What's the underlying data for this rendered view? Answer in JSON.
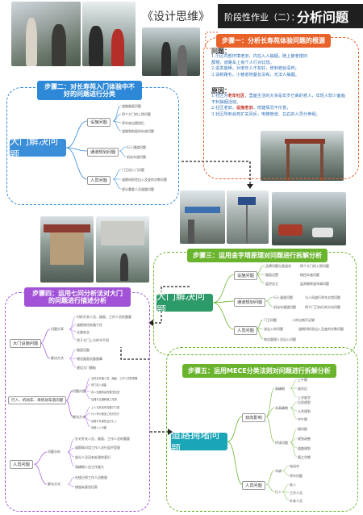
{
  "header": {
    "left_title": "《设计思维》",
    "bar_subtitle": "阶段性作业（二）：",
    "bar_title": "分析问题"
  },
  "step1": {
    "tag": "步骤一：分析长寿苑体验问题的根源",
    "problem_heading": "问题：",
    "problems": [
      "1.小区内部环境老旧，内在入人抽烟，随上篇老楼旧",
      "  群楼，道路车上有个人行对比较。",
      "2.进发能稀，对老年人不友好，增到老龄深判；",
      "3.设新路毛，小巷道地基长没有，无法人抽烟。"
    ],
    "cause_heading": "原因：",
    "causes_pre": "1.社区为",
    "causes_red1": "老年社区",
    "causes_mid": "，里面生活的大多是年岁已高的老人，年轻人较少面临",
    "causes_line2": "  不利抽烟活动、",
    "causes_pre2": "2.社区老旧，",
    "causes_red2": "设施老旧",
    "causes_mid2": "，修建情况不乐意，",
    "causes_line3": "3.社区所到会死扩关风反，电梯管道、左右的人员分参组；"
  },
  "step2": {
    "tag": "步骤二：对长寿苑入门体验中不好的问题进行分类",
    "main": "大门解决问题",
    "branches": [
      {
        "label": "设施问题",
        "leaves": [
          "道路路面问题",
          "四个大门的入院问题",
          "停车穿出随钥后",
          "道路和斜面的存放问题"
        ]
      },
      {
        "label": "通道规划问题",
        "leaves": [
          "行人通道问题",
          "机动车道问题"
        ]
      },
      {
        "label": "人员问题",
        "leaves": [
          "门卫进入门问题",
          "道期间检验出入及变的次数问题",
          "部分重要人员道路问题"
        ]
      }
    ]
  },
  "step3": {
    "tag": "步骤三：运用金字塔原理对问题进行拆解分析",
    "main": "大门解决问题",
    "branches": [
      {
        "label": "设施问题",
        "subs": [
          "品牌问题分类组合",
          "路面设置",
          "监控设立"
        ],
        "leaves": [
          "四个大门的入院问题",
          "梳控实施问题",
          "监测随转道车辆问题"
        ]
      },
      {
        "label": "通道规划问题",
        "subs": [
          "行人通道问题",
          "机动车通道问题"
        ],
        "leaves": [
          "与人同道行利车交错问题",
          "四个门卫执行的方向问题"
        ]
      },
      {
        "label": "人员问题",
        "subs": [
          "门卫问题",
          "进出入的问题",
          "除自管理人员出入问题"
        ],
        "leaves": [
          "人的出喊不足够",
          "道期间检验出入及变的次数问题"
        ]
      }
    ]
  },
  "step4": {
    "tag": "步骤四：运用七问分析法对大门的问题进行描述分析",
    "groups": [
      {
        "label": "大门设施问题",
        "subs": [
          "问题分享",
          "解决方式"
        ],
        "leaves": [
          "村样开关人员、路面、工作人员的重要",
          "道痕地控有路于任",
          "论路安全",
          "到于大门上方的守不用",
          "路面设备",
          "增设路面设备服事",
          "建设大门模板"
        ]
      },
      {
        "label": "行人、机动车、单机动车道问题",
        "subs": [
          "问题内容",
          "解决方式"
        ],
        "leaves": [
          "当时对开路人员、路面、工作人员的重要",
          "进门走入增建",
          "存入在路构高的差压改进",
          "后理与交通和施工改进",
          "上人与机动车的路口门道",
          "行人车行使加工地方的方",
          "设置行车道的当行汇入",
          "设置人入分路"
        ]
      },
      {
        "label": "人员问题",
        "subs": [
          "问题分析",
          "解决方式"
        ],
        "leaves": [
          "针对开关人员、路面、工作人员的重要",
          "道期高对用工作人员行组不是理",
          "部分人员没有处理的意识",
          "高峰期人员工作量大",
          "在楼分到工作人员数量",
          "增强有意思培养"
        ]
      }
    ]
  },
  "step5": {
    "tag": "步骤五：运用MECE分类法则对问题进行拆解分析",
    "main": "道路拥堵问题",
    "branches": [
      {
        "label": "双向影响",
        "subs": [
          "高峰期",
          "非高峰期",
          "环境问题"
        ],
        "leaves": [
          "上午期",
          "放学后",
          "上学放学",
          "后续规划",
          "公共规划",
          "中午期",
          "随时报",
          "规划改善",
          "道路规划",
          "随之学期",
          "随路问题"
        ]
      },
      {
        "label": "人员问题",
        "subs": [
          "车辆",
          "行人"
        ],
        "leaves": [
          "电动车",
          "停车问题",
          "老人",
          "工作人员",
          "外来人员"
        ]
      }
    ]
  },
  "colors": {
    "orange": "#e8622a",
    "blue": "#2e88d8",
    "green": "#6ab42d",
    "purple": "#a152d6",
    "main_blue": "#3b8ed8",
    "main_green": "#2d9a6a",
    "main_cyan": "#1aa6b7"
  }
}
